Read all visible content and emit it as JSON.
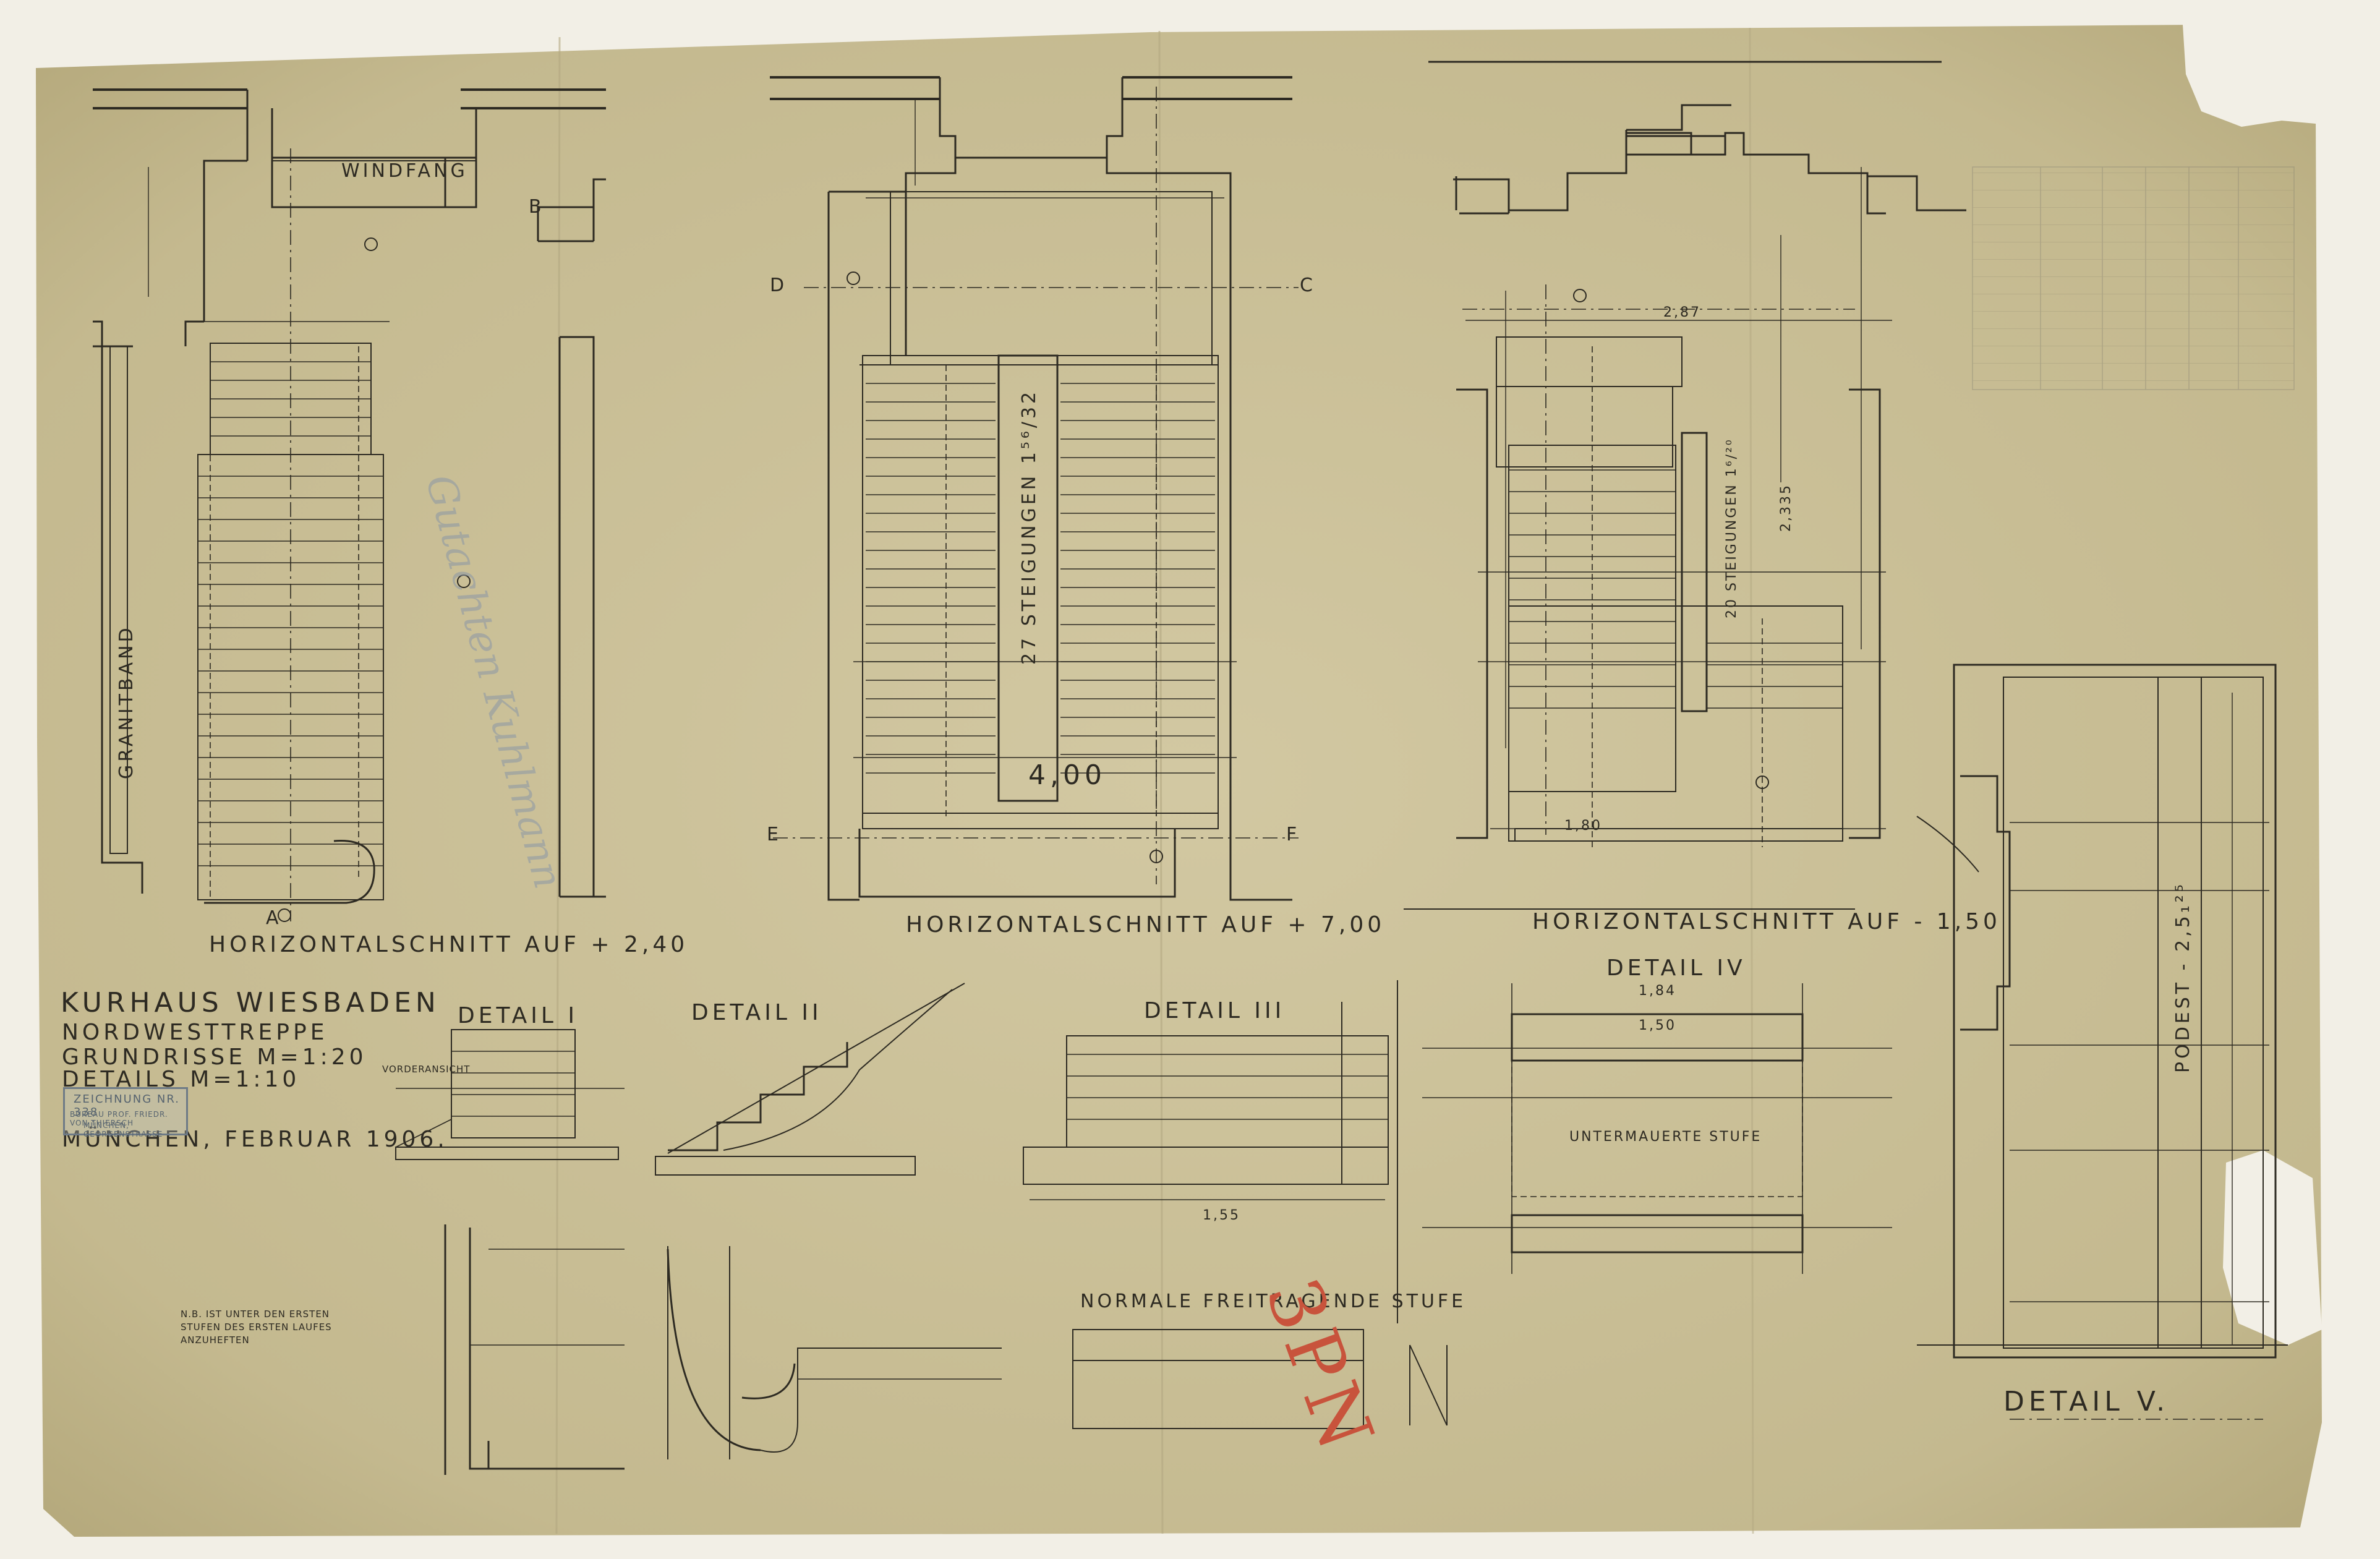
{
  "title_block": {
    "project": "KURHAUS WIESBADEN",
    "subject": "NORDWESTTREPPE",
    "scale_plans": "GRUNDRISSE M=1:20",
    "scale_details": "DETAILS M=1:10",
    "place_date": "MÜNCHEN, FEBRUAR 1906.",
    "stamp": {
      "title": "ZEICHNUNG NR. 338",
      "line1": "BUREAU PROF. FRIEDR. VON THIERSCH",
      "line2": "MÜNCHEN, GEORGENSTRASSE"
    }
  },
  "plan_titles": {
    "plan1": "HORIZONTALSCHNITT AUF + 2,40",
    "plan2": "HORIZONTALSCHNITT AUF + 7,00",
    "plan3": "HORIZONTALSCHNITT AUF - 1,50"
  },
  "plan_labels": {
    "windfang": "WINDFANG",
    "granitband": "GRANITBAND",
    "steigungen_2": "27 STEIGUNGEN 1⁵⁶/32",
    "steigungen_3": "20 STEIGUNGEN 1⁶/²⁰",
    "width_400": "4,00",
    "dim_287": "2,87",
    "dim_2335": "2,335",
    "dim_180": "1,80"
  },
  "section_marks": {
    "a": "A",
    "b": "B",
    "c": "C",
    "d": "D",
    "e": "E",
    "f": "F"
  },
  "detail_titles": {
    "d1": "DETAIL I",
    "d2": "DETAIL II",
    "d3": "DETAIL III",
    "d4": "DETAIL IV",
    "d5": "DETAIL V."
  },
  "detail_labels": {
    "vorderansicht": "VORDERANSICHT",
    "normale_stufe": "NORMALE FREITRAGENDE STUFE",
    "untermauerte_stufe": "UNTERMAUERTE STUFE",
    "podest": "PODEST - 2,5₁²⁵",
    "note": "N.B. IST UNTER DEN ERSTEN STUFEN DES ERSTEN LAUFES ANZUHEFTEN",
    "dim_155": "1,55",
    "dim_150": "1,50",
    "dim_184": "1,84"
  },
  "annotations": {
    "red": "3PN",
    "pencil_signature": "Gutachten Kuhlmann"
  },
  "colors": {
    "paper": "#c8bd95",
    "ink": "#2d2a22",
    "pencil": "#8b97a6",
    "red_pencil": "#c8533c",
    "stamp": "#6d7a86"
  }
}
